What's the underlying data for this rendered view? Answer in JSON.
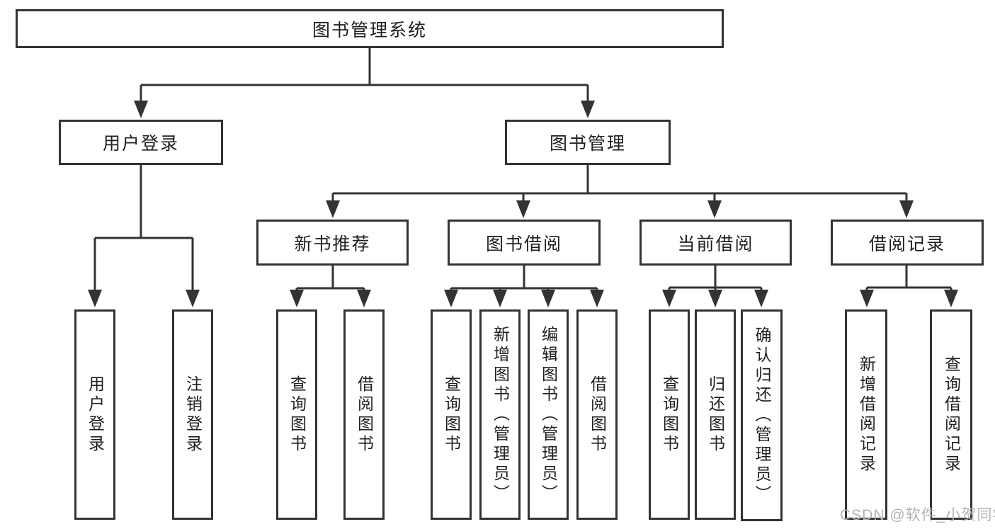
{
  "nodes": {
    "root": "图书管理系统",
    "user_login": "用户登录",
    "book_mgmt": "图书管理",
    "new_book_rec": "新书推荐",
    "book_borrow": "图书借阅",
    "current_borrow": "当前借阅",
    "borrow_record": "借阅记录",
    "leaf_user_login": "用户登录",
    "leaf_logout": "注销登录",
    "leaf_query_book_1": "查询图书",
    "leaf_borrow_book_1": "借阅图书",
    "leaf_query_book_2": "查询图书",
    "leaf_add_book": "新增图书（管理员）",
    "leaf_edit_book": "编辑图书（管理员）",
    "leaf_borrow_book_2": "借阅图书",
    "leaf_query_book_3": "查询图书",
    "leaf_return_book": "归还图书",
    "leaf_confirm_return": "确认归还（管理员）",
    "leaf_add_record": "新增借阅记录",
    "leaf_query_record": "查询借阅记录"
  },
  "watermark": "CSDN @软件_小贺同学",
  "colors": {
    "line": "#333333",
    "text": "#1f1f1f",
    "background": "#ffffff",
    "watermark": "#b3b3b3"
  }
}
